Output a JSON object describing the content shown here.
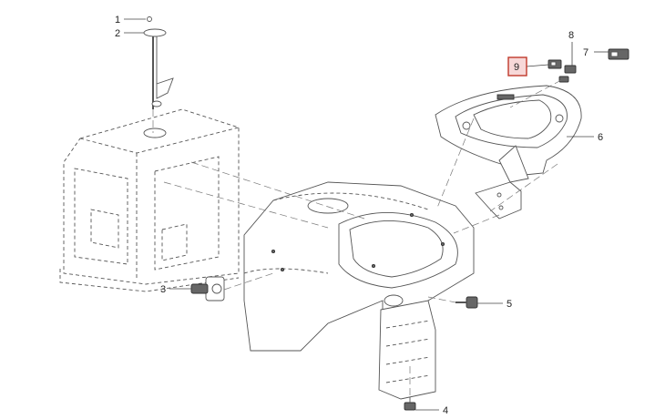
{
  "diagram": {
    "callouts": [
      {
        "label": "1",
        "highlight": false
      },
      {
        "label": "2",
        "highlight": false
      },
      {
        "label": "3",
        "highlight": false
      },
      {
        "label": "4",
        "highlight": false
      },
      {
        "label": "5",
        "highlight": false
      },
      {
        "label": "6",
        "highlight": false
      },
      {
        "label": "7",
        "highlight": false
      },
      {
        "label": "8",
        "highlight": false
      },
      {
        "label": "9",
        "highlight": true
      }
    ],
    "highlight_color": "#c0392b",
    "line_color": "#555555"
  }
}
